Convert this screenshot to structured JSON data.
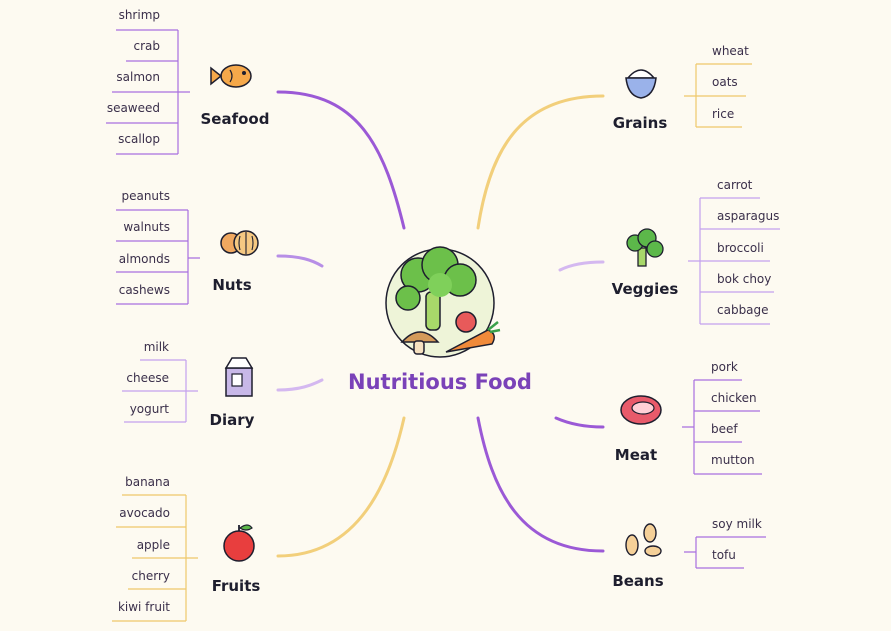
{
  "center": {
    "title": "Nutritious Food"
  },
  "colors": {
    "purple": "#9b59d6",
    "yellow": "#f2cf7b",
    "lightpurple": "#d4b8f0"
  },
  "categories": {
    "seafood": {
      "label": "Seafood",
      "icon": "fish-icon",
      "items": [
        "shrimp",
        "crab",
        "salmon",
        "seaweed",
        "scallop"
      ]
    },
    "nuts": {
      "label": "Nuts",
      "icon": "nut-icon",
      "items": [
        "peanuts",
        "walnuts",
        "almonds",
        "cashews"
      ]
    },
    "diary": {
      "label": "Diary",
      "icon": "milk-carton-icon",
      "items": [
        "milk",
        "cheese",
        "yogurt"
      ]
    },
    "fruits": {
      "label": "Fruits",
      "icon": "apple-icon",
      "items": [
        "banana",
        "avocado",
        "apple",
        "cherry",
        "kiwi fruit"
      ]
    },
    "grains": {
      "label": "Grains",
      "icon": "rice-bowl-icon",
      "items": [
        "wheat",
        "oats",
        "rice"
      ]
    },
    "veggies": {
      "label": "Veggies",
      "icon": "broccoli-icon",
      "items": [
        "carrot",
        "asparagus",
        "broccoli",
        "bok choy",
        "cabbage"
      ]
    },
    "meat": {
      "label": "Meat",
      "icon": "steak-icon",
      "items": [
        "pork",
        "chicken",
        "beef",
        "mutton"
      ]
    },
    "beans": {
      "label": "Beans",
      "icon": "beans-icon",
      "items": [
        "soy milk",
        "tofu"
      ]
    }
  }
}
